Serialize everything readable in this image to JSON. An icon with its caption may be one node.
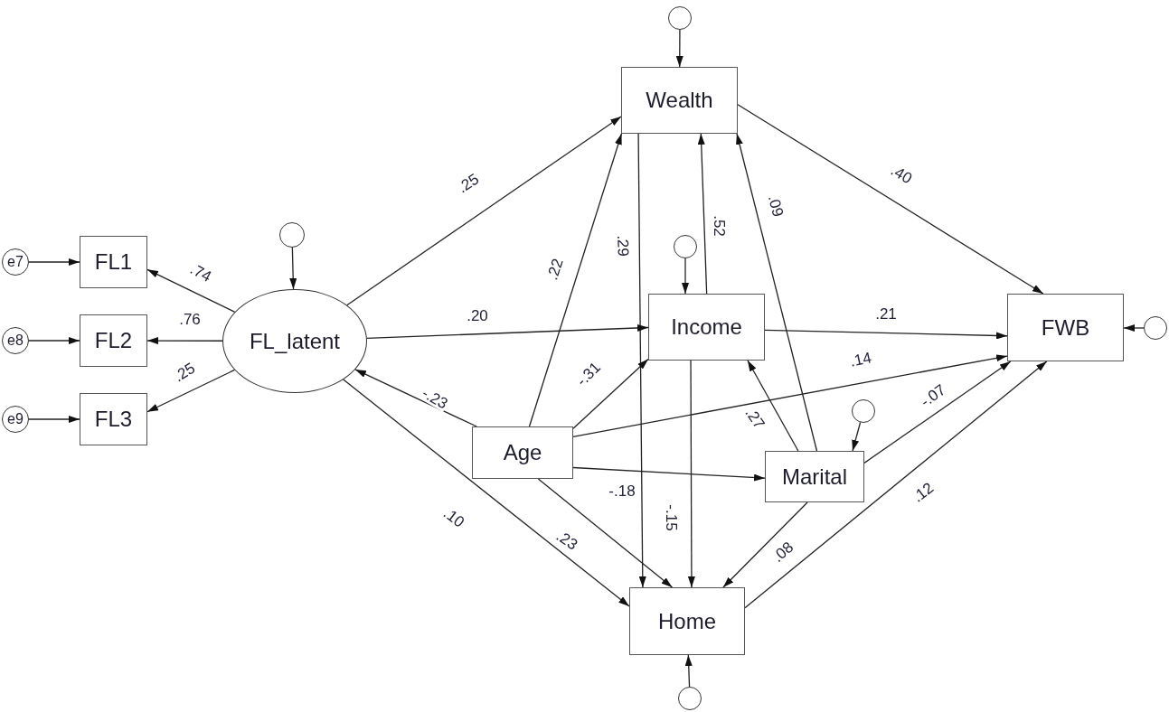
{
  "diagram": {
    "nodes": [
      {
        "text": [],
        "shape": "circle"
      },
      {
        "text": [
          "Wealth"
        ]
      },
      {
        "text": [],
        "shape": "circle"
      },
      {
        "text": [],
        "shape": "circle"
      },
      {
        "text": [
          "e7"
        ]
      },
      {
        "text": [
          "FL1"
        ]
      },
      {
        "text": [
          "Income"
        ]
      },
      {
        "text": [
          "FWB"
        ]
      },
      {
        "text": [],
        "shape": "circle"
      },
      {
        "text": [
          "e8"
        ]
      },
      {
        "text": [
          "FL2"
        ]
      },
      {
        "text": [
          "FL_latent"
        ]
      },
      {
        "text": [
          "e9"
        ]
      },
      {
        "text": [
          "FL3"
        ]
      },
      {
        "text": [],
        "shape": "circle"
      },
      {
        "text": [
          "Age"
        ]
      },
      {
        "text": [
          "Marital"
        ]
      },
      {
        "text": [
          "Home"
        ]
      },
      {
        "text": [],
        "shape": "circle"
      }
    ],
    "edges": [
      {
        "from": 0,
        "to": 1,
        "arrow": "to"
      },
      {
        "from": 11,
        "to": 1,
        "arrow": "to",
        "label": ".25"
      },
      {
        "from": 3,
        "to": 6,
        "arrow": "to"
      },
      {
        "from": 4,
        "to": 5,
        "arrow": "to"
      },
      {
        "from": 11,
        "to": 5,
        "arrow": "to",
        "label": ".74"
      },
      {
        "from": 2,
        "to": 11,
        "arrow": "to"
      },
      {
        "from": 15,
        "to": 1,
        "arrow": "to",
        "label": ".22"
      },
      {
        "from": 1,
        "to": 17,
        "arrow": "to",
        "label": ".29"
      },
      {
        "from": 6,
        "to": 1,
        "arrow": "to",
        "label": ".52"
      },
      {
        "from": 16,
        "to": 1,
        "arrow": "to",
        "label": ".09"
      },
      {
        "from": 1,
        "to": 7,
        "arrow": "to",
        "label": ".40"
      },
      {
        "from": 11,
        "to": 6,
        "arrow": "to",
        "label": ".20"
      },
      {
        "from": 6,
        "to": 7,
        "arrow": "to",
        "label": ".21"
      },
      {
        "from": 8,
        "to": 7,
        "arrow": "to"
      },
      {
        "from": 9,
        "to": 10,
        "arrow": "to"
      },
      {
        "from": 11,
        "to": 10,
        "arrow": "to",
        "label": ".76"
      },
      {
        "from": 15,
        "to": 6,
        "arrow": "to",
        "label": "-.31"
      },
      {
        "from": 15,
        "to": 7,
        "arrow": "to",
        "label": ".14"
      },
      {
        "from": 16,
        "to": 6,
        "arrow": "to",
        "label": ".27"
      },
      {
        "from": 16,
        "to": 7,
        "arrow": "to",
        "label": "-.07"
      },
      {
        "from": 12,
        "to": 13,
        "arrow": "to"
      },
      {
        "from": 11,
        "to": 13,
        "arrow": "to",
        "label": ".25"
      },
      {
        "from": 15,
        "to": 11,
        "arrow": "to",
        "label": "-.23"
      },
      {
        "from": 14,
        "to": 16,
        "arrow": "to"
      },
      {
        "from": 15,
        "to": 16,
        "arrow": "to",
        "label": "-.18"
      },
      {
        "from": 11,
        "to": 17,
        "arrow": "to",
        "label": ".10"
      },
      {
        "from": 15,
        "to": 17,
        "arrow": "to",
        "label": ".23"
      },
      {
        "from": 6,
        "to": 17,
        "arrow": "to",
        "label": "-.15"
      },
      {
        "from": 16,
        "to": 17,
        "arrow": "to",
        "label": ".08"
      },
      {
        "from": 17,
        "to": 7,
        "arrow": "to",
        "label": ".12"
      },
      {
        "from": 18,
        "to": 17,
        "arrow": "to"
      }
    ]
  }
}
